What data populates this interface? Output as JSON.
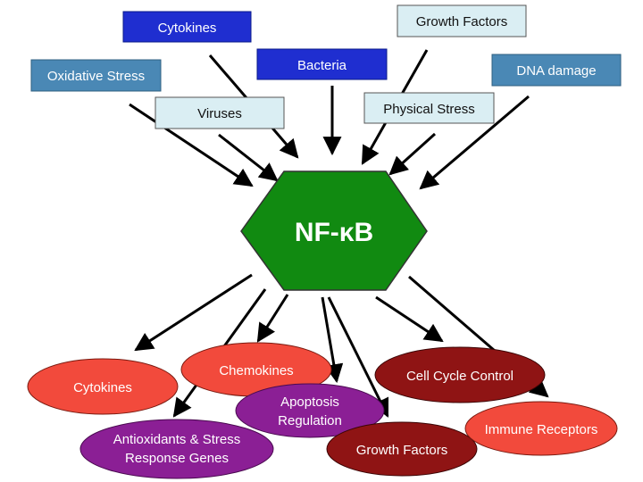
{
  "center": {
    "label": "NF-κB"
  },
  "inputs": [
    {
      "label": "Cytokines"
    },
    {
      "label": "Growth Factors"
    },
    {
      "label": "Oxidative Stress"
    },
    {
      "label": "Bacteria"
    },
    {
      "label": "DNA damage"
    },
    {
      "label": "Viruses"
    },
    {
      "label": "Physical Stress"
    }
  ],
  "outputs": [
    {
      "label": "Cytokines"
    },
    {
      "label": "Chemokines"
    },
    {
      "label": "Apoptosis",
      "label2": "Regulation"
    },
    {
      "label": "Cell Cycle Control"
    },
    {
      "label": "Antioxidants & Stress",
      "label2": "Response Genes"
    },
    {
      "label": "Growth Factors"
    },
    {
      "label": "Immune Receptors"
    }
  ],
  "colors": {
    "dark_blue": "#1f2ed0",
    "steel_blue": "#4a88b5",
    "pale_blue": "#daeef3",
    "hub_green": "#118a11",
    "coral_red": "#f24a3c",
    "purple": "#8b1f95",
    "dark_red": "#8f1414",
    "arrow": "#000000"
  }
}
